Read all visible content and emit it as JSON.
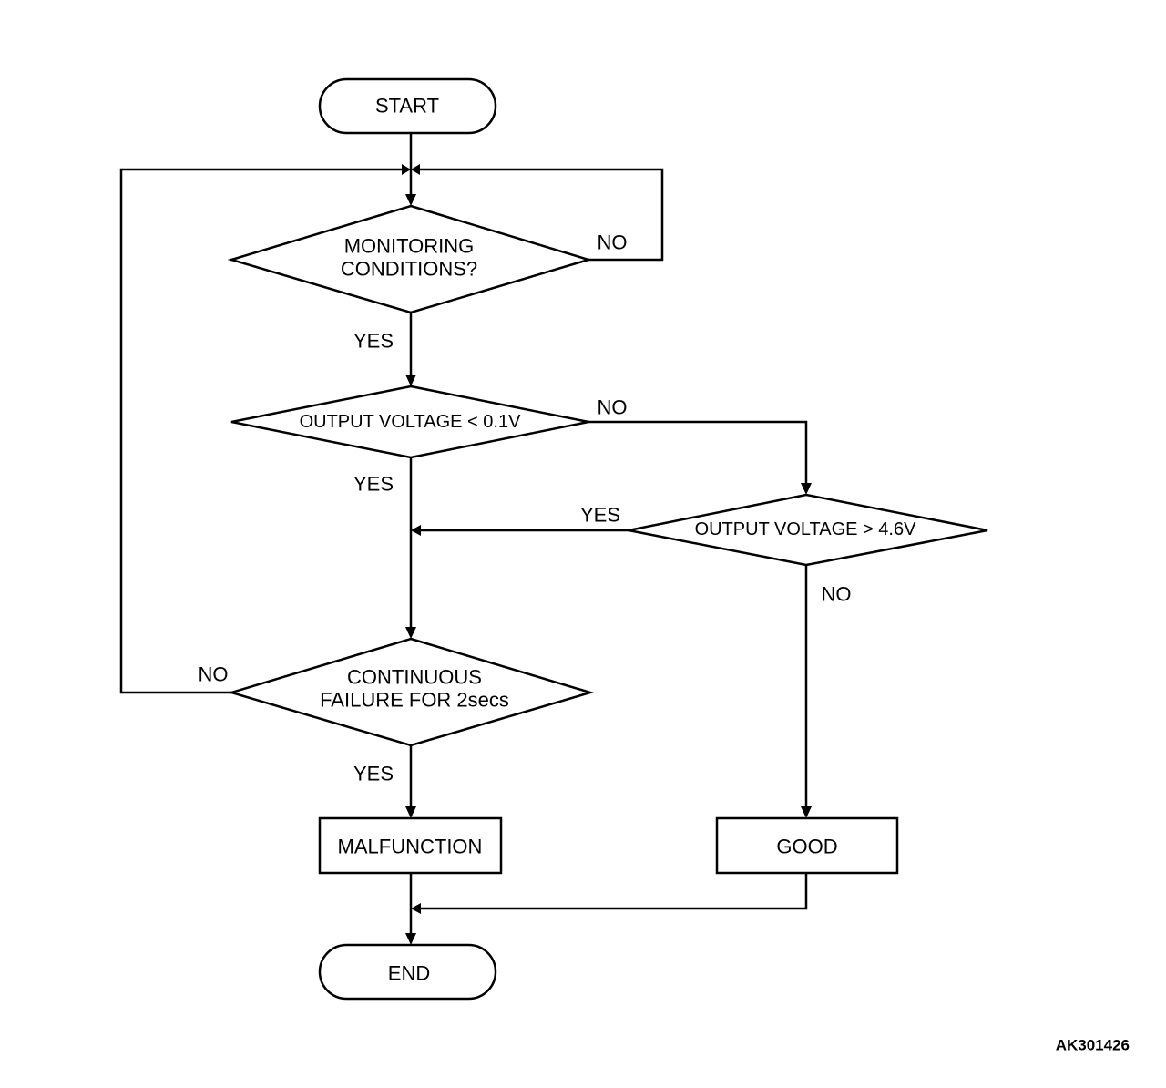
{
  "nodes": {
    "start": "START",
    "monitoring_line1": "MONITORING",
    "monitoring_line2": "CONDITIONS?",
    "output_low": "OUTPUT VOLTAGE < 0.1V",
    "output_high": "OUTPUT VOLTAGE > 4.6V",
    "continuous_line1": "CONTINUOUS",
    "continuous_line2": "FAILURE FOR 2secs",
    "malfunction": "MALFUNCTION",
    "good": "GOOD",
    "end": "END"
  },
  "edge_labels": {
    "monitoring_no": "NO",
    "monitoring_yes": "YES",
    "output_low_no": "NO",
    "output_low_yes": "YES",
    "output_high_yes": "YES",
    "output_high_no": "NO",
    "continuous_no": "NO",
    "continuous_yes": "YES"
  },
  "figure_id": "AK301426"
}
